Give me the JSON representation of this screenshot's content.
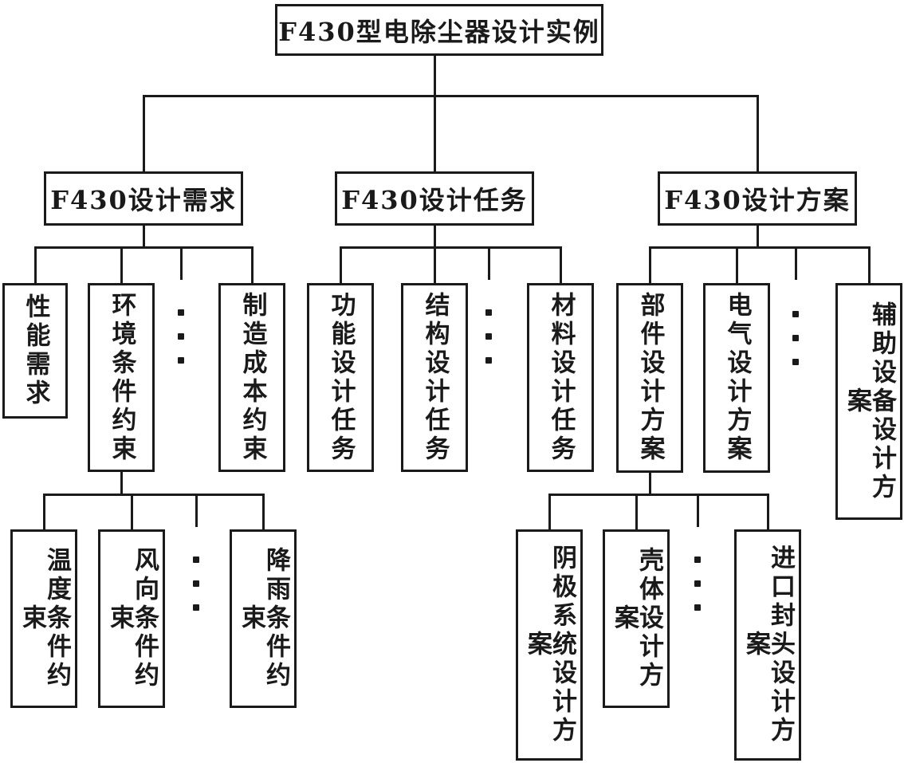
{
  "figure": {
    "type": "hierarchy-tree-diagram",
    "language": "zh-CN"
  },
  "nodes": {
    "root": "F430型电除尘器设计实例",
    "l2_requirements": "F430设计需求",
    "l2_tasks": "F430设计任务",
    "l2_schemes": "F430设计方案",
    "l3_performance": "性能需求",
    "l3_environment": "环境条件约束",
    "l3_manufacturing_cost": "制造成本约束",
    "l3_function": "功能设计任务",
    "l3_structure": "结构设计任务",
    "l3_material": "材料设计任务",
    "l3_parts": "部件设计方案",
    "l3_electrical": "电气设计方案",
    "l3_auxiliary": "辅助设备设计方案",
    "l4_temperature": "温度条件约束",
    "l4_wind": "风向条件约束",
    "l4_rain": "降雨条件约束",
    "l4_cathode": "阴极系统设计方案",
    "l4_shell": "壳体设计方案",
    "l4_inlet": "进口封头设计方案"
  },
  "symbols": {
    "vertical_ellipsis": "⋮"
  },
  "colors": {
    "line": "#1a1a1a",
    "text": "#1a1a1a",
    "background": "#ffffff"
  }
}
